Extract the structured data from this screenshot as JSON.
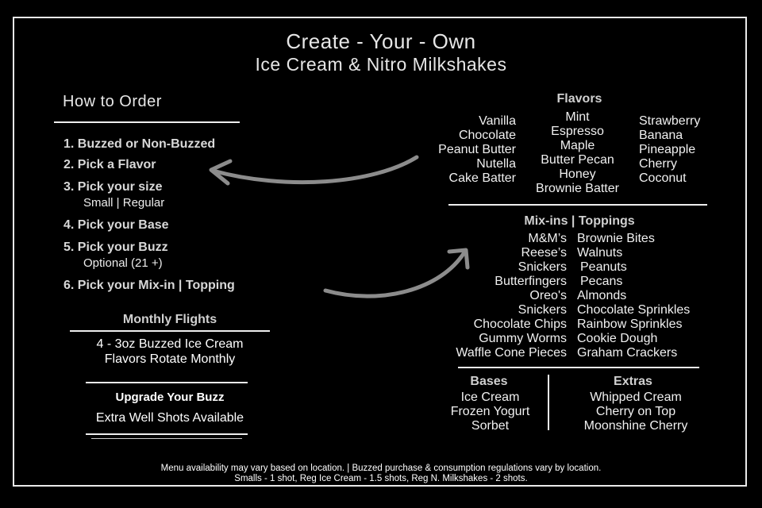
{
  "header": {
    "title_line1": "Create - Your - Own",
    "title_line2": "Ice Cream & Nitro Milkshakes"
  },
  "how_to_order": {
    "heading": "How to Order",
    "steps": [
      {
        "label": "1. Buzzed or Non-Buzzed",
        "sub": ""
      },
      {
        "label": "2. Pick a Flavor",
        "sub": ""
      },
      {
        "label": "3. Pick your size",
        "sub": "Small | Regular"
      },
      {
        "label": "4. Pick your Base",
        "sub": ""
      },
      {
        "label": "5. Pick your Buzz",
        "sub": "Optional (21 +)"
      },
      {
        "label": "6. Pick your Mix-in | Topping",
        "sub": ""
      }
    ]
  },
  "flavors": {
    "heading": "Flavors",
    "col1": [
      "Vanilla",
      "Chocolate",
      "Peanut Butter",
      "Nutella",
      "Cake Batter"
    ],
    "col2": [
      "Mint",
      "Espresso",
      "Maple",
      "Butter Pecan",
      "Honey",
      "Brownie Batter"
    ],
    "col3": [
      "Strawberry",
      "Banana",
      "Pineapple",
      "Cherry",
      "Coconut"
    ]
  },
  "mixins": {
    "heading": "Mix-ins | Toppings",
    "col1": [
      "M&M’s",
      "Reese’s",
      "Snickers",
      "Butterfingers",
      "Oreo's",
      "Snickers",
      "Chocolate Chips",
      "Gummy Worms",
      "Waffle Cone Pieces"
    ],
    "col2": [
      "Brownie Bites",
      "Walnuts",
      "Peanuts",
      "Pecans",
      "Almonds",
      "Chocolate Sprinkles",
      "Rainbow Sprinkles",
      "Cookie Dough",
      "Graham Crackers"
    ]
  },
  "bases": {
    "heading": "Bases",
    "items": [
      "Ice Cream",
      "Frozen Yogurt",
      "Sorbet"
    ]
  },
  "extras": {
    "heading": "Extras",
    "items": [
      "Whipped Cream",
      "Cherry on Top",
      "Moonshine Cherry"
    ]
  },
  "monthly_flights": {
    "heading": "Monthly Flights",
    "line1": "4 - 3oz Buzzed Ice Cream",
    "line2": "Flavors Rotate Monthly"
  },
  "upgrade": {
    "heading": "Upgrade Your Buzz",
    "line": "Extra Well Shots Available"
  },
  "footer": {
    "line1": "Menu availability may vary based on location. | Buzzed purchase & consumption regulations vary by location.",
    "line2": "Smalls - 1 shot, Reg Ice Cream - 1.5 shots, Reg N. Milkshakes - 2 shots."
  },
  "colors": {
    "background": "#000000",
    "chalk": "#e6e6e6",
    "arrow": "#8c8c8c"
  }
}
